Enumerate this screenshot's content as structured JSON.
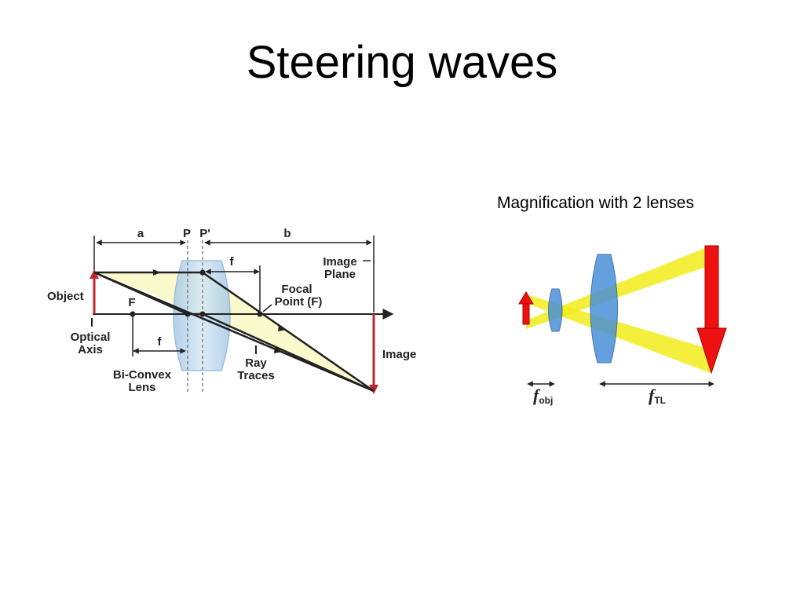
{
  "slide": {
    "title": "Steering waves"
  },
  "right_diagram": {
    "caption": "Magnification with 2 lenses",
    "f_obj_symbol": "f",
    "f_obj_sub": "obj",
    "f_tl_symbol": "f",
    "f_tl_sub": "TL"
  },
  "left_diagram": {
    "label_a": "a",
    "label_p": "P",
    "label_p_prime": "P'",
    "label_b": "b",
    "label_f_top": "f",
    "label_f_bottom": "f",
    "label_f_point": "F",
    "object_label": "Object",
    "optical_axis_line1": "Optical",
    "optical_axis_line2": "Axis",
    "lens_line1": "Bi-Convex",
    "lens_line2": "Lens",
    "image_plane_line1": "Image",
    "image_plane_line2": "Plane",
    "focal_point_line1": "Focal",
    "focal_point_line2": "Point (F)",
    "ray_traces_line1": "Ray",
    "ray_traces_line2": "Traces",
    "image_label": "Image"
  },
  "colors": {
    "lens_blue": "#4a90d9",
    "beam_yellow": "#f2ec1a",
    "arrow_red": "#ee1111",
    "dark_red": "#c0262b",
    "light_lens": "#bcd8ee",
    "light_beam": "#fafacc"
  }
}
